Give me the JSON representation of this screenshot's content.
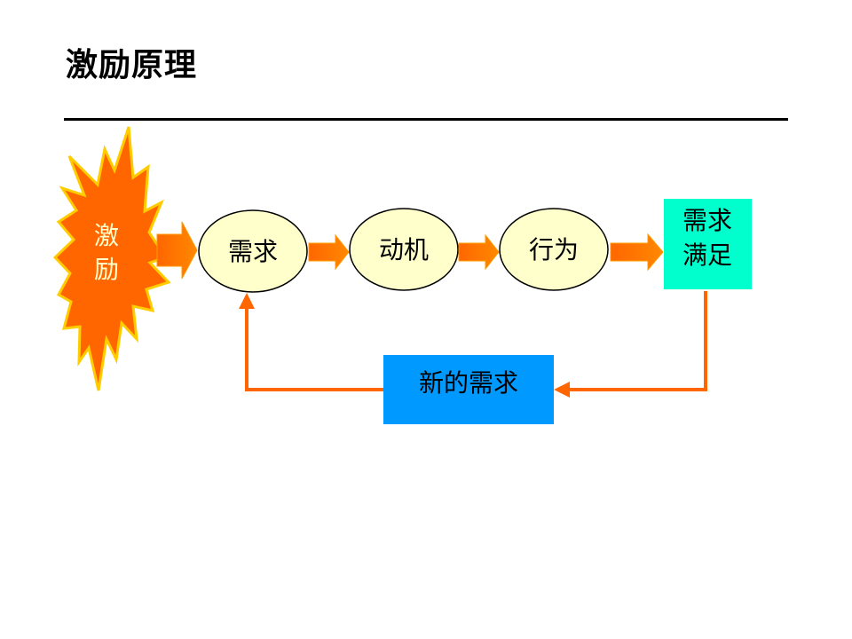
{
  "title": "激励原理",
  "colors": {
    "arrow": "#FF6600",
    "arrow_light": "#FF9900",
    "ellipse_fill": "#FFFFCC",
    "burst_fill": "#FF6600",
    "burst_outline": "#FFCC00",
    "satisfied_fill": "#00FFCC",
    "new_need_fill": "#0099FF",
    "burst_text": "#FFFFCC"
  },
  "diagram": {
    "stimulus": {
      "line1": "激",
      "line2": "励"
    },
    "nodes": {
      "need": "需求",
      "motive": "动机",
      "behavior": "行为"
    },
    "satisfied": {
      "line1": "需求",
      "line2": "满足"
    },
    "new_need": "新的需求"
  }
}
